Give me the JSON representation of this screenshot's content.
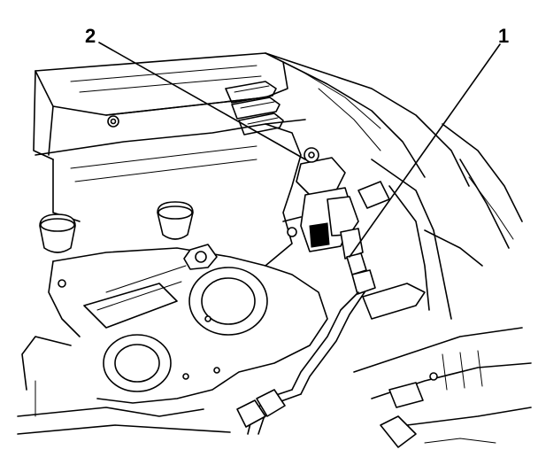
{
  "diagram": {
    "callouts": [
      {
        "id": "2",
        "label": "2"
      },
      {
        "id": "1",
        "label": "1"
      }
    ],
    "colors": {
      "ink": "#000000",
      "paper": "#ffffff"
    }
  }
}
